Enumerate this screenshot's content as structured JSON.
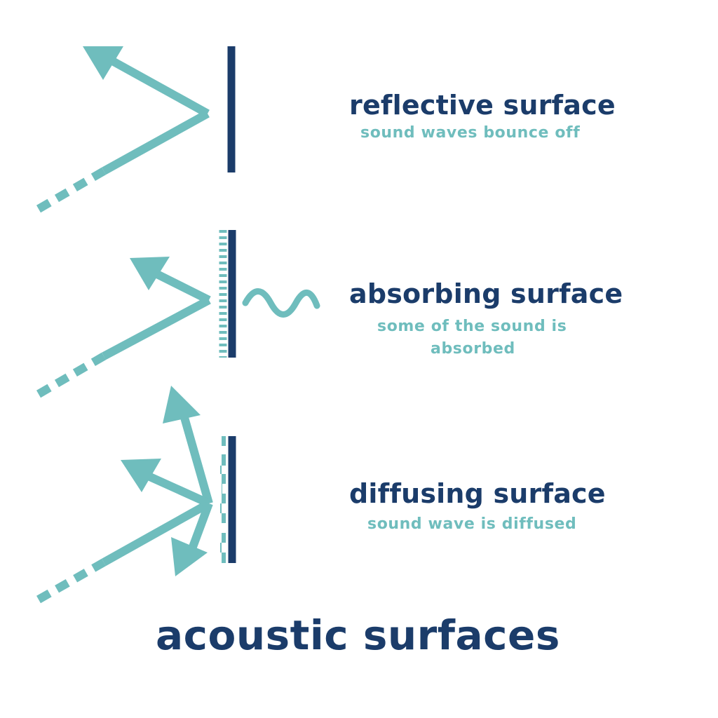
{
  "colors": {
    "teal": "#6fbdbd",
    "navy": "#1b3c6a",
    "background": "#ffffff"
  },
  "panels": {
    "reflective": {
      "title": "reflective surface",
      "subtitle": "sound waves bounce off"
    },
    "absorbing": {
      "title": "absorbing surface",
      "subtitle_line1": "some of the sound is",
      "subtitle_line2": "absorbed"
    },
    "diffusing": {
      "title": "diffusing surface",
      "subtitle": "sound wave is diffused"
    }
  },
  "main_title": "acoustic surfaces"
}
